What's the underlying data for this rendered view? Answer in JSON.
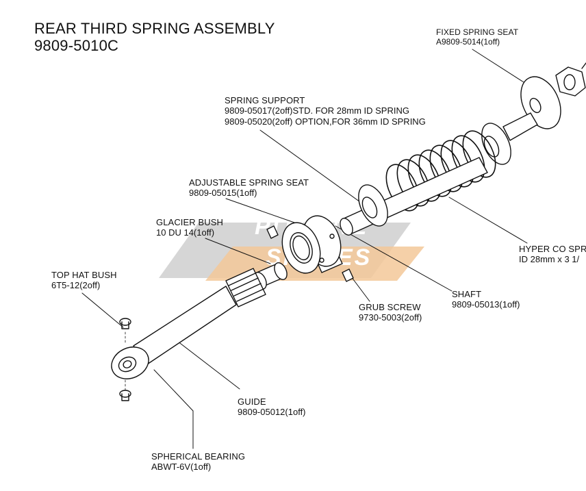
{
  "title": {
    "line1": "REAR THIRD SPRING ASSEMBLY",
    "line2": "9809-5010C"
  },
  "watermark": {
    "line1": "PITLANE",
    "line2": "SPARES",
    "colors": {
      "grey": "#c9c9c9",
      "orange": "#f2c79a",
      "text": "#ffffff"
    }
  },
  "parts": {
    "fixed_spring_seat": {
      "name": "FIXED SPRING SEAT",
      "part": "A9809-5014(1off)"
    },
    "spring_support": {
      "name": "SPRING SUPPORT",
      "part": "9809-05017(2off)STD. FOR 28mm ID SPRING",
      "option": "9809-05020(2off) OPTION,FOR 36mm ID SPRING"
    },
    "adjustable_spring_seat": {
      "name": "ADJUSTABLE SPRING SEAT",
      "part": "9809-05015(1off)"
    },
    "glacier_bush": {
      "name": "GLACIER BUSH",
      "part": "10 DU 14(1off)"
    },
    "hyper_co_spring": {
      "name": "HYPER CO SPR",
      "part": "ID 28mm x 3 1/"
    },
    "top_hat_bush": {
      "name": "TOP HAT BUSH",
      "part": "6T5-12(2off)"
    },
    "shaft": {
      "name": "SHAFT",
      "part": "9809-05013(1off)"
    },
    "grub_screw": {
      "name": "GRUB SCREW",
      "part": "9730-5003(2off)"
    },
    "guide": {
      "name": "GUIDE",
      "part": "9809-05012(1off)"
    },
    "spherical_bearing": {
      "name": "SPHERICAL BEARING",
      "part": "ABWT-6V(1off)"
    }
  }
}
